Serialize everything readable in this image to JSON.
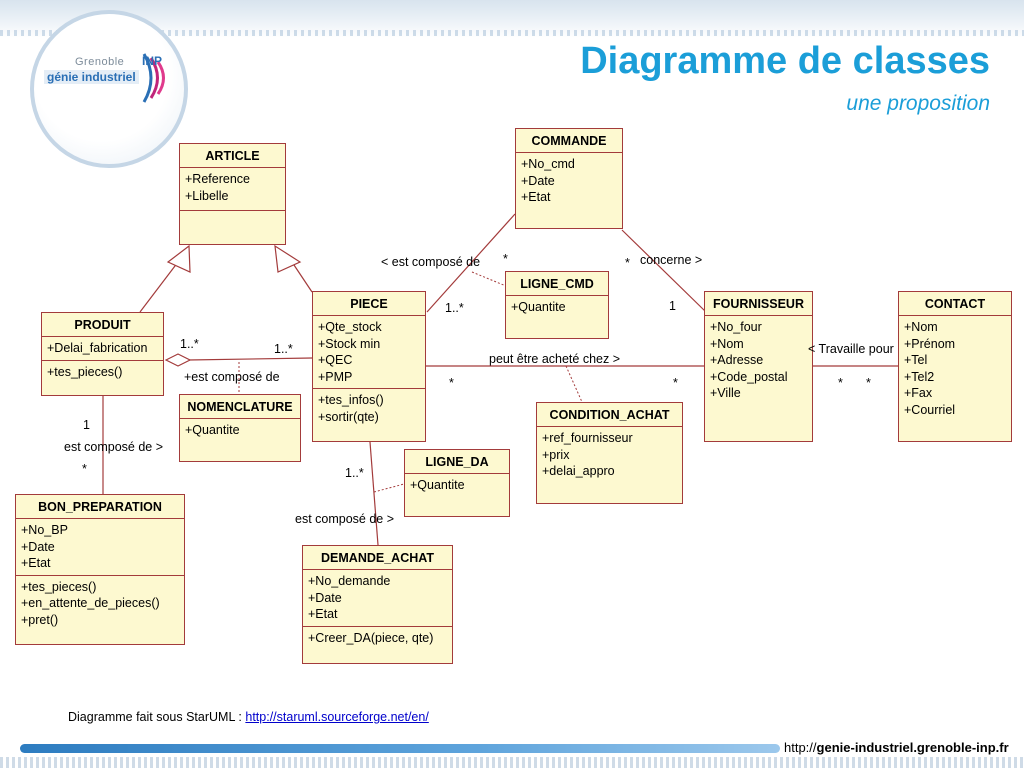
{
  "header": {
    "title": "Diagramme de classes",
    "subtitle": "une proposition",
    "logo": {
      "line1": "Grenoble",
      "line1_accent": "INP",
      "line2": "génie industriel"
    }
  },
  "classes": {
    "commande": {
      "name": "COMMANDE",
      "attributes": [
        "+No_cmd",
        "+Date",
        "+Etat"
      ]
    },
    "article": {
      "name": "ARTICLE",
      "attributes": [
        "+Reference",
        "+Libelle"
      ]
    },
    "ligne_cmd": {
      "name": "LIGNE_CMD",
      "attributes": [
        "+Quantite"
      ]
    },
    "fournisseur": {
      "name": "FOURNISSEUR",
      "attributes": [
        "+No_four",
        "+Nom",
        "+Adresse",
        "+Code_postal",
        "+Ville"
      ]
    },
    "contact": {
      "name": "CONTACT",
      "attributes": [
        "+Nom",
        "+Prénom",
        "+Tel",
        "+Tel2",
        "+Fax",
        "+Courriel"
      ]
    },
    "produit": {
      "name": "PRODUIT",
      "attributes": [
        "+Delai_fabrication"
      ],
      "operations": [
        "+tes_pieces()"
      ]
    },
    "piece": {
      "name": "PIECE",
      "attributes": [
        "+Qte_stock",
        "+Stock min",
        "+QEC",
        "+PMP"
      ],
      "operations": [
        "+tes_infos()",
        "+sortir(qte)"
      ]
    },
    "nomenclature": {
      "name": "NOMENCLATURE",
      "attributes": [
        "+Quantite"
      ]
    },
    "condition_achat": {
      "name": "CONDITION_ACHAT",
      "attributes": [
        "+ref_fournisseur",
        "+prix",
        "+delai_appro"
      ]
    },
    "ligne_da": {
      "name": "LIGNE_DA",
      "attributes": [
        "+Quantite"
      ]
    },
    "bon_preparation": {
      "name": "BON_PREPARATION",
      "attributes": [
        "+No_BP",
        "+Date",
        "+Etat"
      ],
      "operations": [
        "+tes_pieces()",
        "+en_attente_de_pieces()",
        "+pret()"
      ]
    },
    "demande_achat": {
      "name": "DEMANDE_ACHAT",
      "attributes": [
        "+No_demande",
        "+Date",
        "+Etat"
      ],
      "operations": [
        "+Creer_DA(piece, qte)"
      ]
    }
  },
  "labels": {
    "est_compose_de_cmd": "< est composé de",
    "star_cmd_left": "*",
    "star_cmd_right": "*",
    "concerne": "concerne >",
    "one_fournisseur": "1",
    "one_star_piece": "1..*",
    "one_star_produit": "1..*",
    "one_star_piece_left": "1..*",
    "est_compose_de_nomen": "+est composé de",
    "peut_etre_achete": "peut être acheté chez >",
    "star_piece_four": "*",
    "star_four_piece": "*",
    "travaille_pour": "< Travaille pour",
    "star_four_contact": "*",
    "star_contact_four": "*",
    "one_produit_bp": "1",
    "est_compose_de_bp": "est composé de >",
    "star_bp": "*",
    "one_star_da": "1..*",
    "est_compose_de_da": "est composé de >"
  },
  "footer": {
    "note_text": "Diagramme fait sous StarUML : ",
    "note_link": "http://staruml.sourceforge.net/en/",
    "url_prefix": "http://",
    "url_domain": "genie-industriel.grenoble-inp.fr"
  },
  "colors": {
    "accent": "#1b9ed8",
    "class_fill": "#fdf9d0",
    "class_border": "#a33b3b"
  }
}
